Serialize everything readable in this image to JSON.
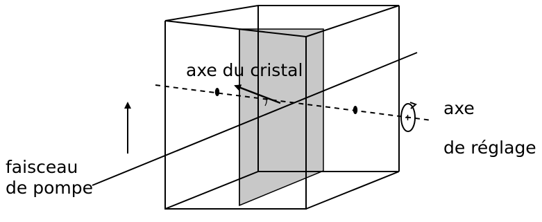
{
  "labels": {
    "crystal_axis": "axe du cristal",
    "adjust_axis_line1": "axe",
    "adjust_axis_line2": "de réglage",
    "pump_beam_line1": "faisceau",
    "pump_beam_line2": "de pompe"
  },
  "colors": {
    "stroke": "#000000",
    "plane_fill": "#c8c8c8",
    "background": "#ffffff"
  }
}
